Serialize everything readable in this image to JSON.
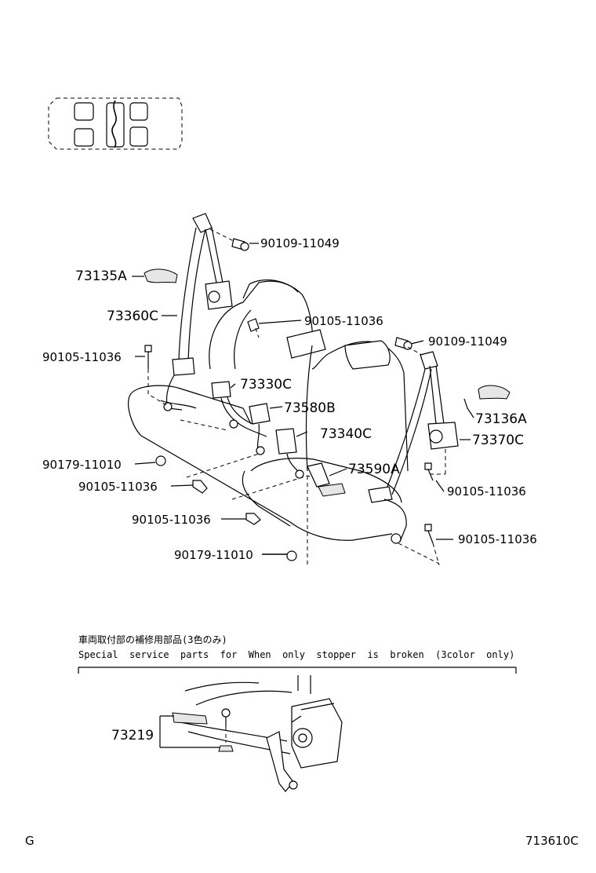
{
  "labels": {
    "bolt_top_left": "90109-11049",
    "cover_left": "73135A",
    "belt_left": "73360C",
    "bolt_mid_left": "90105-11036",
    "bolt_anchor_left": "90105-11036",
    "buckle_tongue_a": "73330C",
    "buckle_b": "73580B",
    "buckle_c": "73340C",
    "bolt_top_right": "90109-11049",
    "cover_right": "73136A",
    "belt_right": "73370C",
    "nut_left": "90179-11010",
    "bolt_lower_left": "90105-11036",
    "buckle_center": "73590A",
    "bolt_right_lower1": "90105-11036",
    "bolt_bottom_center": "90105-11036",
    "bolt_right_lower2": "90105-11036",
    "nut_bottom": "90179-11010",
    "stopper_part": "73219"
  },
  "note": {
    "japanese": "車両取付部の補修用部品(3色のみ)",
    "english": "Special  service  parts  for  When  only  stopper  is  broken  (3color  only)"
  },
  "footer": {
    "left_code": "G",
    "right_code": "713610C"
  }
}
